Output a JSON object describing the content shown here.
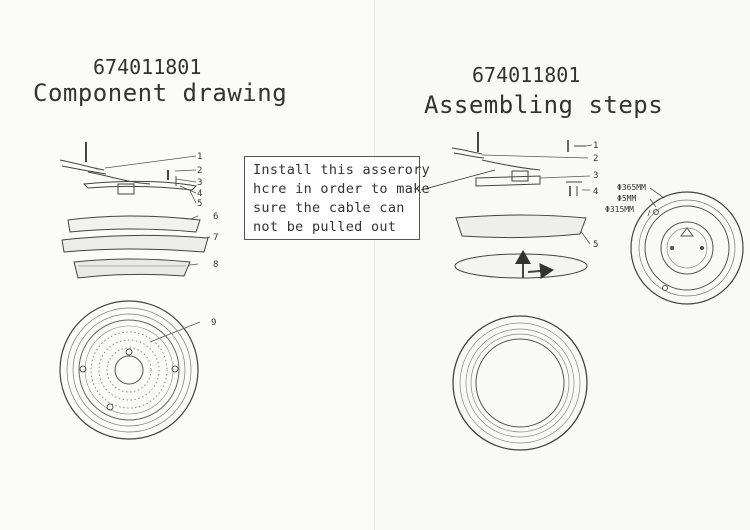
{
  "left_page": {
    "model_number": "674011801",
    "title": "Component drawing",
    "part_numbers": [
      "1",
      "2",
      "3",
      "4",
      "5",
      "6",
      "7",
      "8",
      "9"
    ]
  },
  "right_page": {
    "model_number": "674011801",
    "title": "Assembling steps",
    "step_numbers": [
      "1",
      "2",
      "3",
      "4",
      "5"
    ],
    "dimensions": [
      "Φ365MM",
      "Φ5MM",
      "Φ315MM"
    ]
  },
  "note": {
    "lines": [
      "Install this asserory",
      "hcre in order to make",
      "sure the cable can",
      "not be pulled out"
    ]
  }
}
